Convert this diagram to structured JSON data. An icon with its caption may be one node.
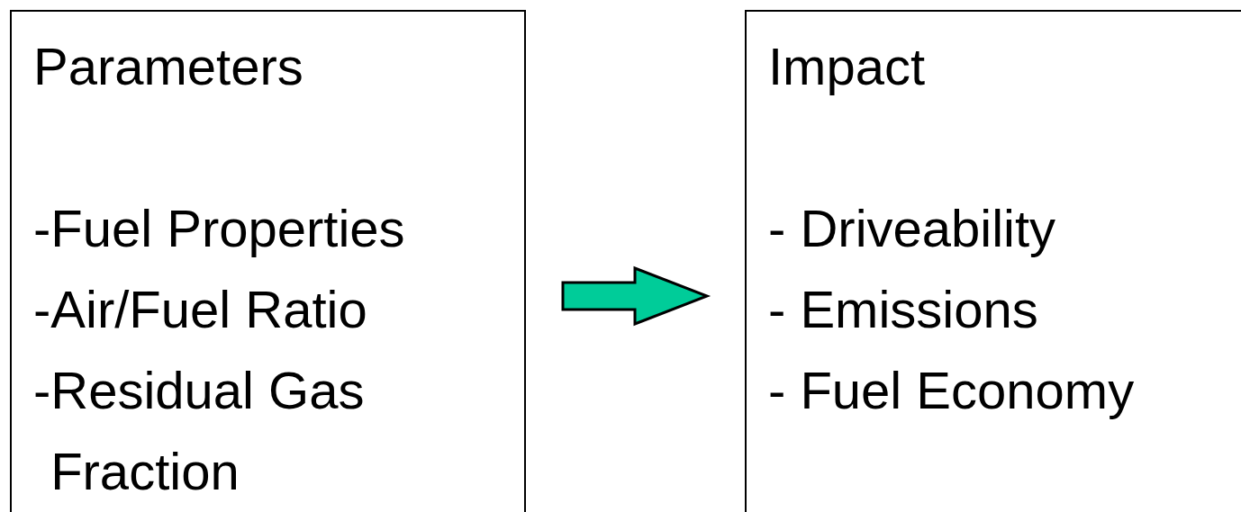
{
  "diagram": {
    "nodes": [
      {
        "text": [
          "Parameters",
          "-Fuel Properties",
          "-Air/Fuel Ratio",
          "-Residual Gas Fraction"
        ]
      },
      {
        "text": [
          "Impact",
          "- Driveability",
          "- Emissions",
          "- Fuel Economy"
        ]
      }
    ],
    "edges": [
      {
        "from": 0,
        "to": 1,
        "arrow": "to",
        "color": "#00cc99"
      }
    ]
  }
}
